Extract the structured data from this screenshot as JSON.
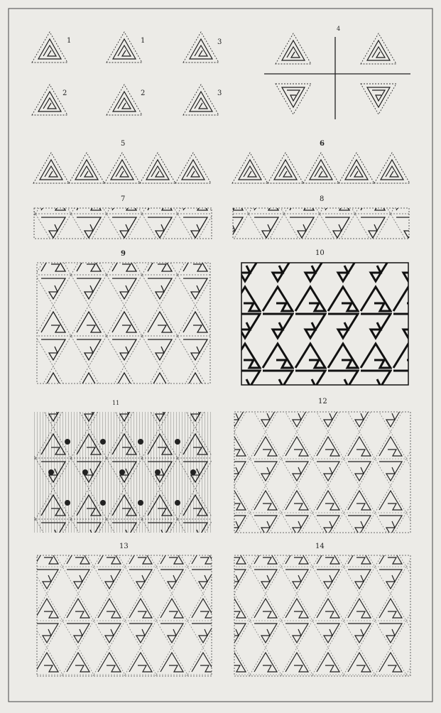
{
  "figures": [
    {
      "id": "fig-1a",
      "label": "1"
    },
    {
      "id": "fig-1b",
      "label": "1"
    },
    {
      "id": "fig-3a",
      "label": "3"
    },
    {
      "id": "fig-2a",
      "label": "2"
    },
    {
      "id": "fig-2b",
      "label": "2"
    },
    {
      "id": "fig-3b",
      "label": "3"
    },
    {
      "id": "fig-4",
      "label": "4"
    },
    {
      "id": "fig-5",
      "label": "5"
    },
    {
      "id": "fig-6",
      "label": "6"
    },
    {
      "id": "fig-7",
      "label": "7"
    },
    {
      "id": "fig-8",
      "label": "8"
    },
    {
      "id": "fig-9",
      "label": "9"
    },
    {
      "id": "fig-10",
      "label": "10"
    },
    {
      "id": "fig-11",
      "label": "11"
    },
    {
      "id": "fig-12",
      "label": "12"
    },
    {
      "id": "fig-13",
      "label": "13"
    },
    {
      "id": "fig-14",
      "label": "14"
    }
  ],
  "colors": {
    "paper": "#ecebe7",
    "ink": "#1e1e1e",
    "frame": "#444444"
  }
}
